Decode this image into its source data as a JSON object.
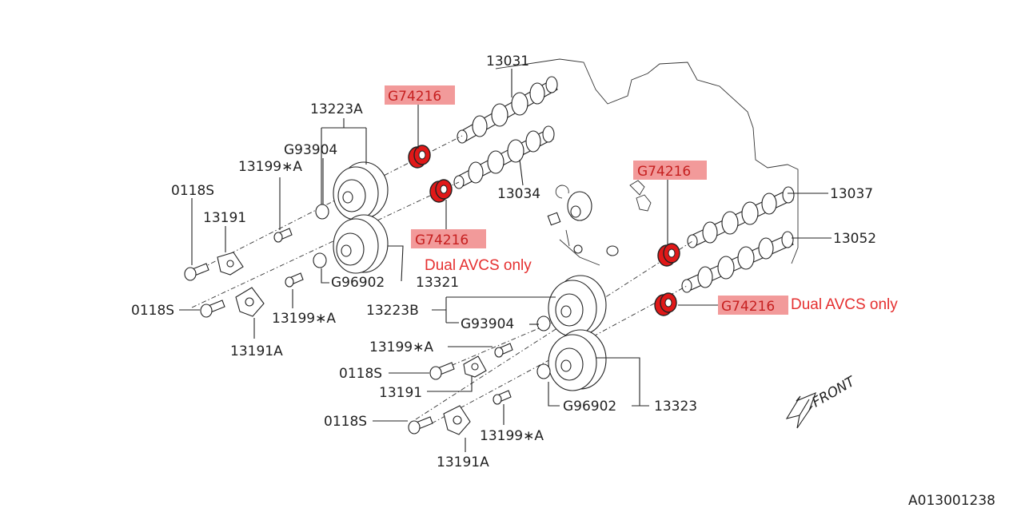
{
  "diagram_id": "A013001238",
  "front_label": "FRONT",
  "callouts": {
    "cam_intake_lh": "13031",
    "cam_exhaust_lh": "13034",
    "cam_intake_rh": "13037",
    "cam_exhaust_rh": "13052",
    "sprocket_lh_a": "13223A",
    "sprocket_rh_b": "13223B",
    "sprocket_lh": "13321",
    "sprocket_rh": "13323",
    "oring_a_lh": "G93904",
    "oring_a_rh": "G93904",
    "oring_b_lh": "G96902",
    "oring_b_rh": "G96902",
    "bolt_1": "13199∗A",
    "bolt_2": "13199∗A",
    "bolt_3": "13199∗A",
    "bolt_4": "13199∗A",
    "plate_1": "13191",
    "plate_2": "13191A",
    "plate_3": "13191",
    "plate_4": "13191A",
    "screw_1": "0118S",
    "screw_2": "0118S",
    "screw_3": "0118S",
    "screw_4": "0118S"
  },
  "highlights": {
    "seal_1": "G74216",
    "seal_2": "G74216",
    "seal_3": "G74216",
    "seal_4": "G74216",
    "color": "#f29a9a",
    "seal_color": "#e01818"
  },
  "notes": {
    "dual_avcs_1": "Dual AVCS only",
    "dual_avcs_2": "Dual AVCS only",
    "color": "#e53030"
  }
}
